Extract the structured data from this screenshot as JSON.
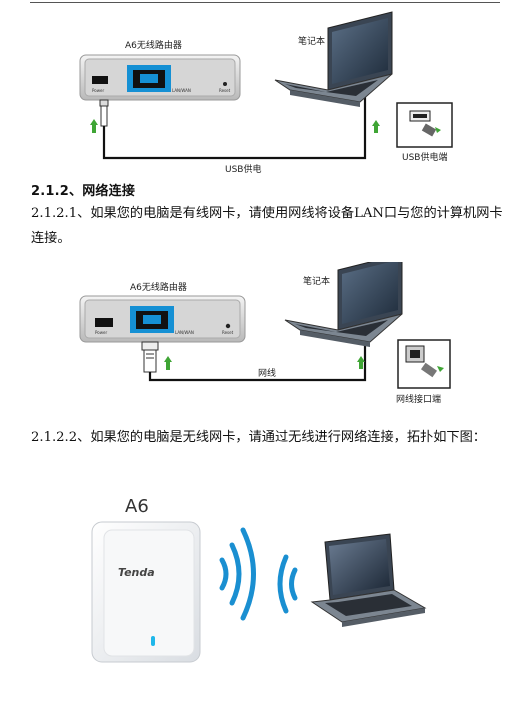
{
  "figure1": {
    "router_label": "A6无线路由器",
    "notebook_label": "笔记本",
    "port_power": "Power",
    "port_lanwan": "LAN/WAN",
    "port_reset": "Reset",
    "cable_label": "USB供电",
    "inset_label": "USB供电端"
  },
  "section": {
    "heading": "2.1.2、网络连接",
    "para1": "2.1.2.1、如果您的电脑是有线网卡，请使用网线将设备LAN口与您的计算机网卡连接。",
    "para2": "2.1.2.2、如果您的电脑是无线网卡，请通过无线进行网络连接，拓扑如下图："
  },
  "figure2": {
    "router_label": "A6无线路由器",
    "notebook_label": "笔记本",
    "port_power": "Power",
    "port_lanwan": "LAN/WAN",
    "port_reset": "Reset",
    "cable_label": "网线",
    "inset_label": "网线接口端"
  },
  "figure3": {
    "model_label": "A6",
    "brand_logo": "Tenda"
  },
  "colors": {
    "accent_blue": "#1a8fd1",
    "arrow_green": "#3fa535",
    "port_blue": "#1590d4"
  }
}
